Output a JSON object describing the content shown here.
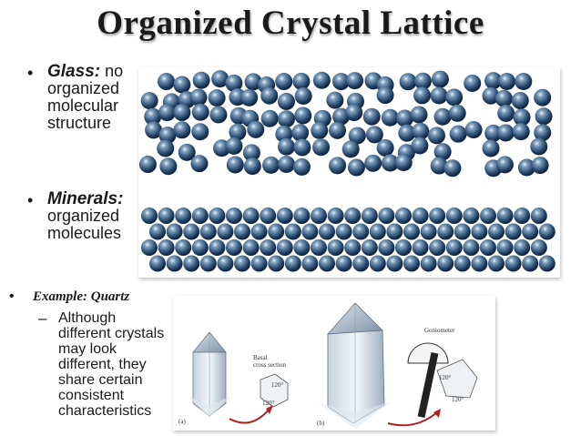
{
  "slide": {
    "title": "Organized Crystal Lattice",
    "bullets": [
      {
        "heading": "Glass:",
        "rest_first": " no",
        "lines": [
          "organized",
          "molecular",
          "structure"
        ]
      },
      {
        "heading": "Minerals:",
        "lines": [
          "organized",
          "molecules"
        ]
      }
    ],
    "example": {
      "label": "Example: Quartz",
      "lines": [
        "Although",
        "different crystals",
        "may look",
        "different, they",
        "share certain",
        "consistent",
        "characteristics"
      ]
    },
    "figure": {
      "label_a": "(a)",
      "label_b": "(b)",
      "basal": [
        "Basal",
        "cross section"
      ],
      "goniometer": "Goniometer",
      "angle": "120°"
    }
  }
}
